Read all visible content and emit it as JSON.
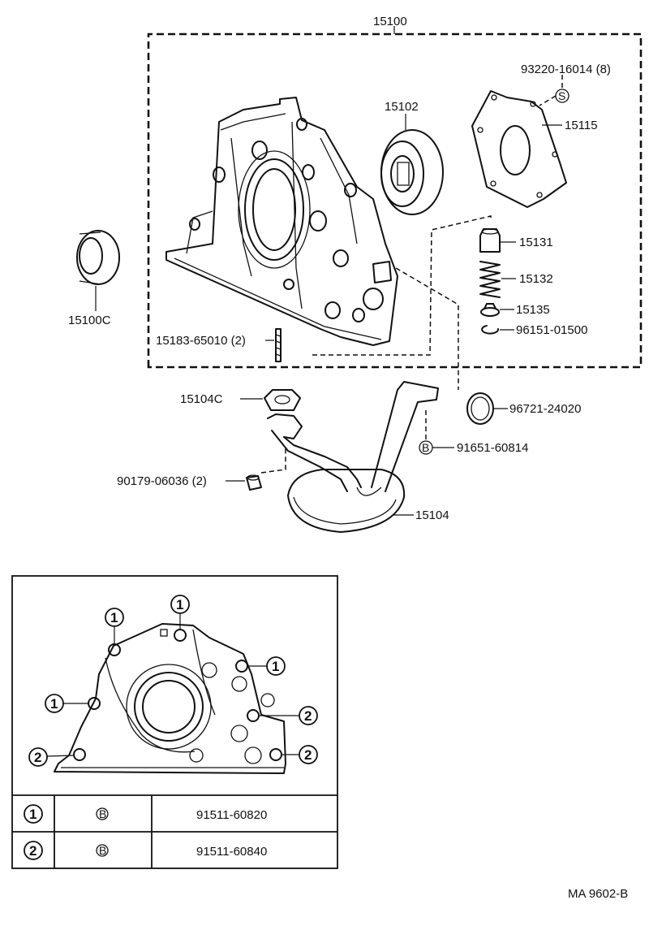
{
  "diagram": {
    "parts": {
      "assembly": "15100",
      "seal": "15100C",
      "rotor": "15102",
      "cover": "15115",
      "cover_screw": "93220-16014 (8)",
      "screw_mark": "S",
      "relief_plunger": "15131",
      "relief_spring": "15132",
      "spring_retainer": "15135",
      "snap_ring": "96151-01500",
      "stud_bolt": "15183-65010 (2)",
      "strainer_gasket": "15104C",
      "o_ring": "96721-24020",
      "bolt_b": "91651-60814",
      "bolt_b_mark": "B",
      "nut": "90179-06036 (2)",
      "strainer": "15104"
    },
    "inset": {
      "callout_1": "1",
      "callout_2": "2"
    },
    "bolt_table": {
      "rows": [
        {
          "key": "1",
          "mark": "B",
          "part_no": "91511-60820"
        },
        {
          "key": "2",
          "mark": "B",
          "part_no": "91511-60840"
        }
      ]
    },
    "figure_code": "MA 9602-B"
  }
}
